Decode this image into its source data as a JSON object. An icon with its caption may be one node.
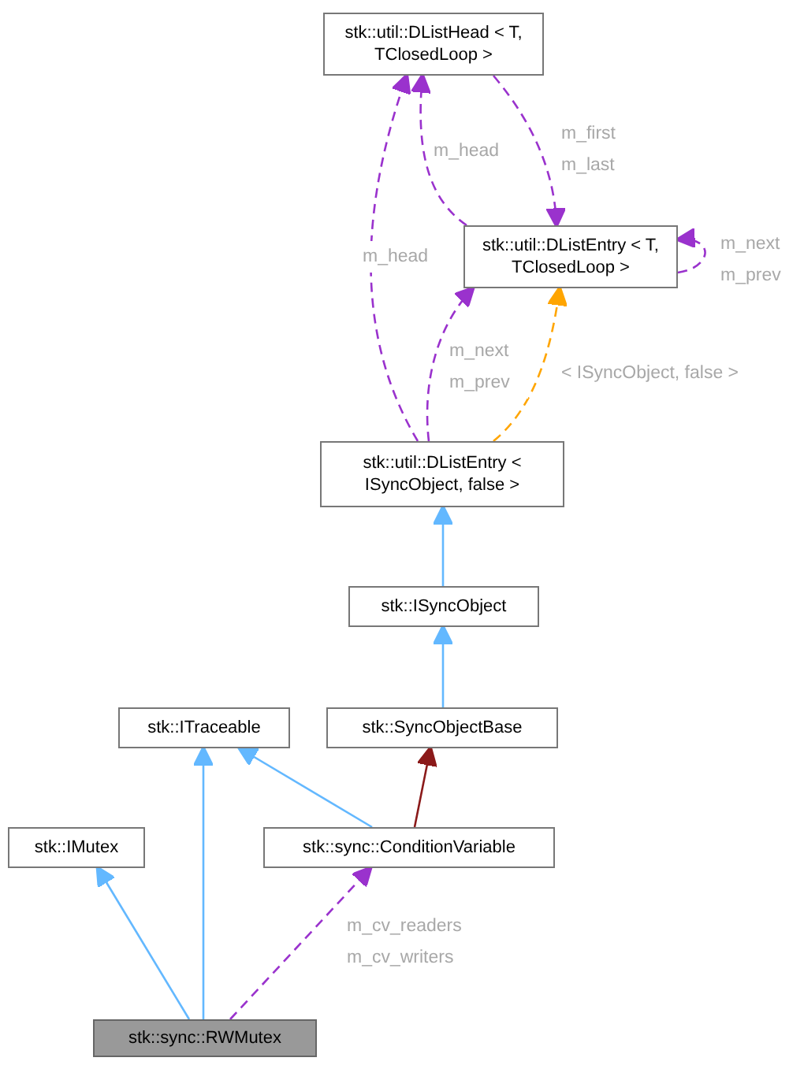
{
  "diagram": {
    "nodes": [
      {
        "text": [
          "stk::util::DListHead < T, TClosedLoop >"
        ]
      },
      {
        "text": [
          "stk::util::DListEntry < T, TClosedLoop >"
        ]
      },
      {
        "text": [
          "stk::util::DListEntry < ISyncObject, false >"
        ]
      },
      {
        "text": [
          "stk::ISyncObject"
        ]
      },
      {
        "text": [
          "stk::SyncObjectBase"
        ]
      },
      {
        "text": [
          "stk::ITraceable"
        ]
      },
      {
        "text": [
          "stk::IMutex"
        ]
      },
      {
        "text": [
          "stk::sync::ConditionVariable"
        ]
      },
      {
        "text": [
          "stk::sync::RWMutex"
        ]
      }
    ],
    "edges": [
      {
        "from": 0,
        "to": 1,
        "arrow": "to",
        "label": "m_first m_last",
        "style": "dashed",
        "color": "#9a32cd"
      },
      {
        "from": 1,
        "to": 0,
        "arrow": "to",
        "label": "m_head",
        "style": "dashed",
        "color": "#9a32cd"
      },
      {
        "from": 1,
        "to": 1,
        "arrow": "to",
        "label": "m_next m_prev",
        "style": "dashed",
        "color": "#9a32cd"
      },
      {
        "from": 2,
        "to": 0,
        "arrow": "to",
        "label": "m_head",
        "style": "dashed",
        "color": "#9a32cd"
      },
      {
        "from": 2,
        "to": 1,
        "arrow": "to",
        "label": "m_next m_prev",
        "style": "dashed",
        "color": "#9a32cd"
      },
      {
        "from": 2,
        "to": 1,
        "arrow": "to",
        "label": "< ISyncObject, false >",
        "style": "dashed",
        "color": "#ffa500"
      },
      {
        "from": 3,
        "to": 2,
        "arrow": "to",
        "color": "#63b8ff"
      },
      {
        "from": 4,
        "to": 3,
        "arrow": "to",
        "color": "#63b8ff"
      },
      {
        "from": 7,
        "to": 5,
        "arrow": "to",
        "color": "#63b8ff"
      },
      {
        "from": 7,
        "to": 4,
        "arrow": "to",
        "color": "#8b1a1a"
      },
      {
        "from": 8,
        "to": 6,
        "arrow": "to",
        "color": "#63b8ff"
      },
      {
        "from": 8,
        "to": 5,
        "arrow": "to",
        "color": "#63b8ff"
      },
      {
        "from": 8,
        "to": 7,
        "arrow": "to",
        "label": "m_cv_readers m_cv_writers",
        "style": "dashed",
        "color": "#9a32cd"
      }
    ]
  }
}
